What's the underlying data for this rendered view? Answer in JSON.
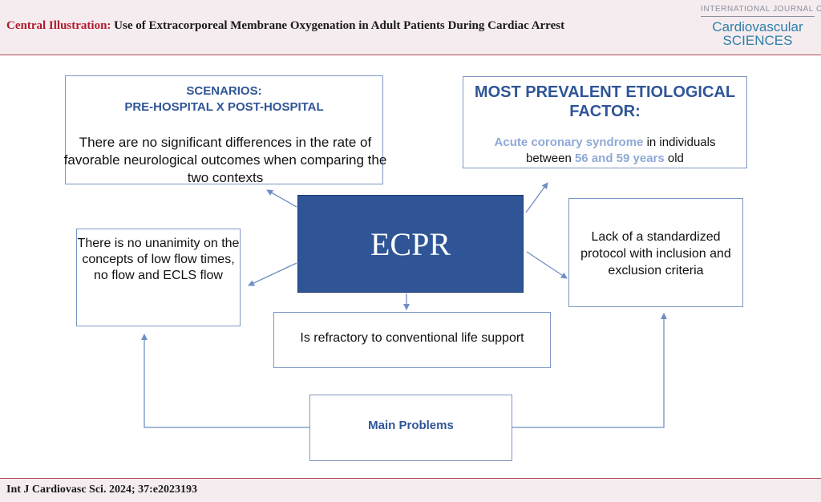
{
  "header": {
    "title_label": "Central Illustration:",
    "title_text": "Use of Extracorporeal Membrane Oxygenation in Adult Patients During Cardiac Arrest",
    "logo_line1": "INTERNATIONAL JOURNAL OF",
    "logo_line2": "Cardiovascular",
    "logo_line3": "SCIENCES"
  },
  "center": {
    "label": "ECPR"
  },
  "scenarios": {
    "heading1": "SCENARIOS:",
    "heading2": "PRE-HOSPITAL X POST-HOSPITAL",
    "body": "There are no significant differences in the rate of favorable neurological outcomes when comparing the two contexts"
  },
  "etiology": {
    "heading": "MOST PREVALENT ETIOLOGICAL FACTOR:",
    "highlight1": "Acute coronary syndrome",
    "text1": " in individuals",
    "text2": "between ",
    "highlight2": "56 and 59 years",
    "text3": " old"
  },
  "flow": {
    "body": "There is no unanimity on the concepts of low flow times, no flow and ECLS flow"
  },
  "protocol": {
    "body": "Lack of a standardized protocol with inclusion and exclusion criteria"
  },
  "refractory": {
    "body": "Is refractory to conventional life support"
  },
  "main_problems": {
    "label": "Main Problems"
  },
  "footer": {
    "citation": "Int J Cardiovasc Sci. 2024; 37:e2023193"
  },
  "colors": {
    "ecpr_fill": "#2f5597",
    "heading_blue": "#2f5597",
    "highlight_blue": "#8fa9d6",
    "box_border": "#7d97c4",
    "accent_red": "#b01c2e",
    "header_bg": "#f5ecef"
  }
}
